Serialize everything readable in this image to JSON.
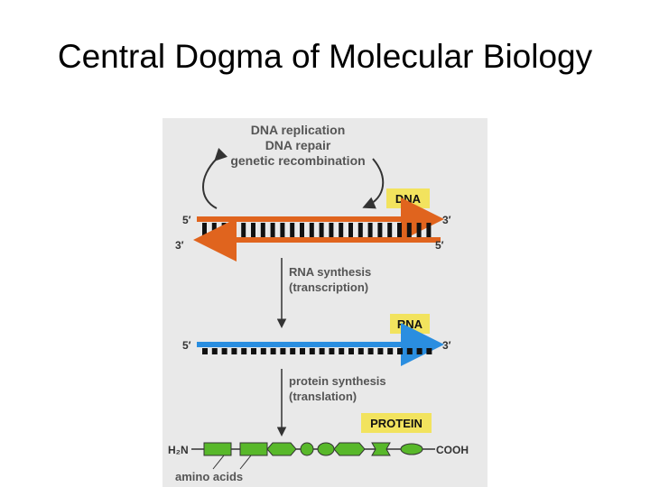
{
  "slide": {
    "title": "Central Dogma of Molecular Biology"
  },
  "figure": {
    "top_process": [
      "DNA replication",
      "DNA repair",
      "genetic recombination"
    ],
    "dna_label": "DNA",
    "rna_label": "RNA",
    "protein_label": "PROTEIN",
    "strand_ends": {
      "five_prime": "5′",
      "three_prime": "3′"
    },
    "transcription": [
      "RNA synthesis",
      "(transcription)"
    ],
    "translation": [
      "protein synthesis",
      "(translation)"
    ],
    "n_terminus": "H₂N",
    "c_terminus": "COOH",
    "amino_acids_label": "amino acids",
    "colors": {
      "dna": "#e0641e",
      "rna": "#2a8ee0",
      "protein": "#58b82a",
      "tag_bg": "#f2e35e",
      "base": "#111111"
    }
  }
}
